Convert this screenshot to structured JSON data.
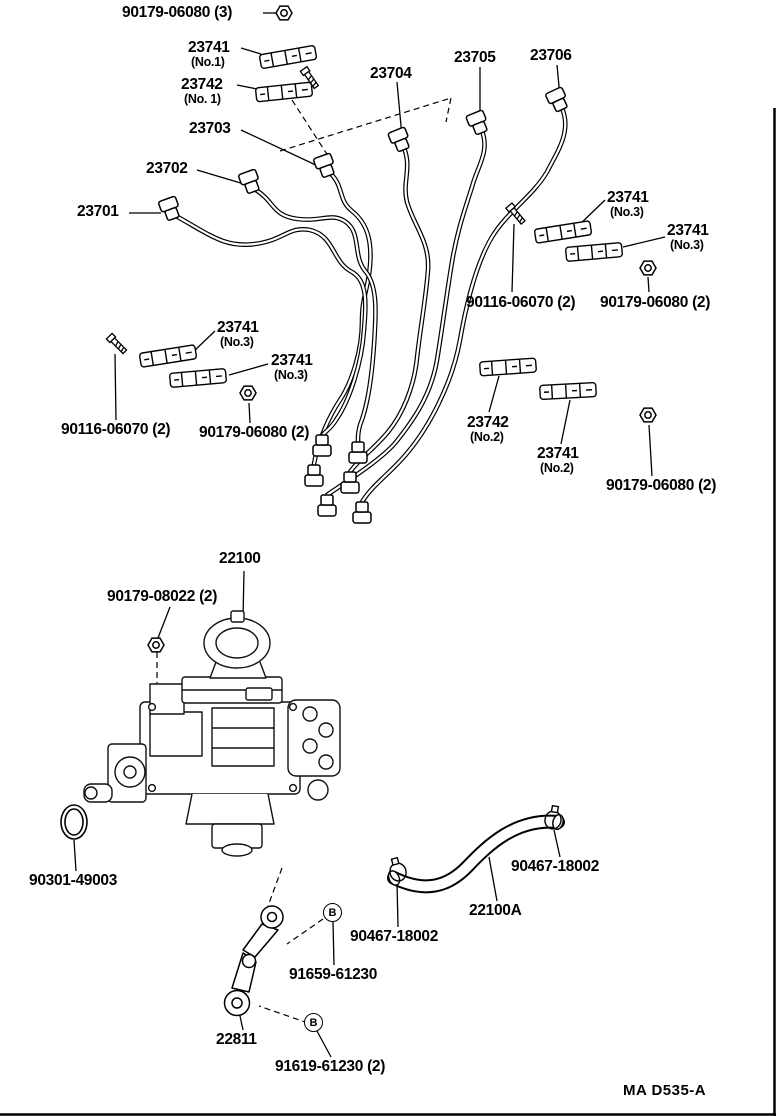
{
  "diagram": {
    "footer": "MA  D535-A",
    "symbols": {
      "bolt_marker": "B"
    },
    "labels": {
      "nut_top": {
        "text": "90179-06080 (3)"
      },
      "clamp_no1_a": {
        "text": "23741",
        "sub": "(No.1)"
      },
      "clamp_no1_b": {
        "text": "23742",
        "sub": "(No. 1)"
      },
      "pipe_23703": {
        "text": "23703"
      },
      "pipe_23704": {
        "text": "23704"
      },
      "pipe_23705": {
        "text": "23705"
      },
      "pipe_23706": {
        "text": "23706"
      },
      "pipe_23702": {
        "text": "23702"
      },
      "pipe_23701": {
        "text": "23701"
      },
      "clamp_no3_r1": {
        "text": "23741",
        "sub": "(No.3)"
      },
      "clamp_no3_r2": {
        "text": "23741",
        "sub": "(No.3)"
      },
      "bolt_r": {
        "text": "90116-06070 (2)"
      },
      "nut_r": {
        "text": "90179-06080 (2)"
      },
      "clamp_no3_l1": {
        "text": "23741",
        "sub": "(No.3)"
      },
      "clamp_no3_l2": {
        "text": "23741",
        "sub": "(No.3)"
      },
      "bolt_l": {
        "text": "90116-06070 (2)"
      },
      "nut_l": {
        "text": "90179-06080 (2)"
      },
      "clamp_no2_a": {
        "text": "23742",
        "sub": "(No.2)"
      },
      "clamp_no2_b": {
        "text": "23741",
        "sub": "(No.2)"
      },
      "nut_b": {
        "text": "90179-06080 (2)"
      },
      "pump": {
        "text": "22100"
      },
      "pump_nut": {
        "text": "90179-08022 (2)"
      },
      "oring": {
        "text": "90301-49003"
      },
      "hose_clamp_r": {
        "text": "90467-18002"
      },
      "hose": {
        "text": "22100A"
      },
      "hose_clamp_l": {
        "text": "90467-18002"
      },
      "link_bolt_top": {
        "text": "91659-61230"
      },
      "link": {
        "text": "22811"
      },
      "link_bolt_bottom": {
        "text": "91619-61230 (2)"
      }
    }
  }
}
